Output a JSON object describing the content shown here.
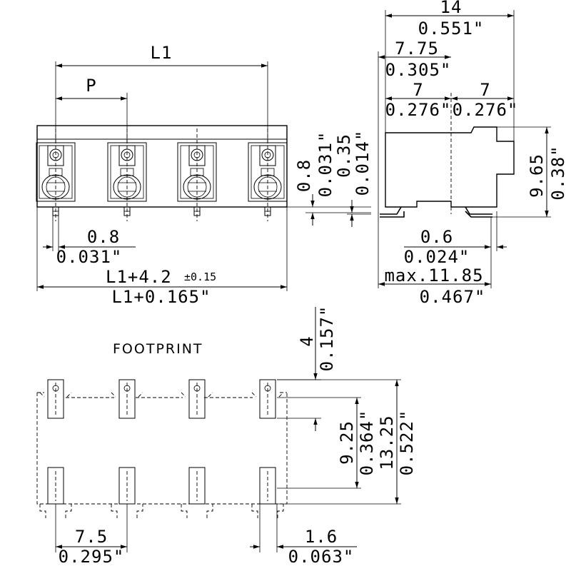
{
  "front_view": {
    "L1": "L1",
    "pitch": "P",
    "pin_width_mm": "0.8",
    "pin_width_in": "0.031\"",
    "overall_mm": "L1+4.2",
    "overall_tol": "±0.15",
    "overall_in": "L1+0.165\"",
    "standoff_mm": "0.8",
    "standoff_in": "0.031\"",
    "lead_thk_mm": "0.35",
    "lead_thk_in": "0.014\""
  },
  "side_view": {
    "depth_mm": "14",
    "depth_in": "0.551\"",
    "offset_mm": "7.75",
    "offset_in": "0.305\"",
    "half_left_mm": "7",
    "half_left_in": "0.276\"",
    "half_right_mm": "7",
    "half_right_in": "0.276\"",
    "height_mm": "9.65",
    "height_in": "0.38\"",
    "lead_mm": "0.6",
    "lead_in": "0.024\"",
    "max_mm": "max.11.85",
    "max_in": "0.467\""
  },
  "footprint": {
    "title": "FOOTPRINT",
    "pad_len_mm": "4",
    "pad_len_in": "0.157\"",
    "inner_mm": "9.25",
    "inner_in": "0.364\"",
    "outer_mm": "13.25",
    "outer_in": "0.522\"",
    "pitch_mm": "7.5",
    "pitch_in": "0.295\"",
    "pad_w_mm": "1.6",
    "pad_w_in": "0.063\""
  }
}
